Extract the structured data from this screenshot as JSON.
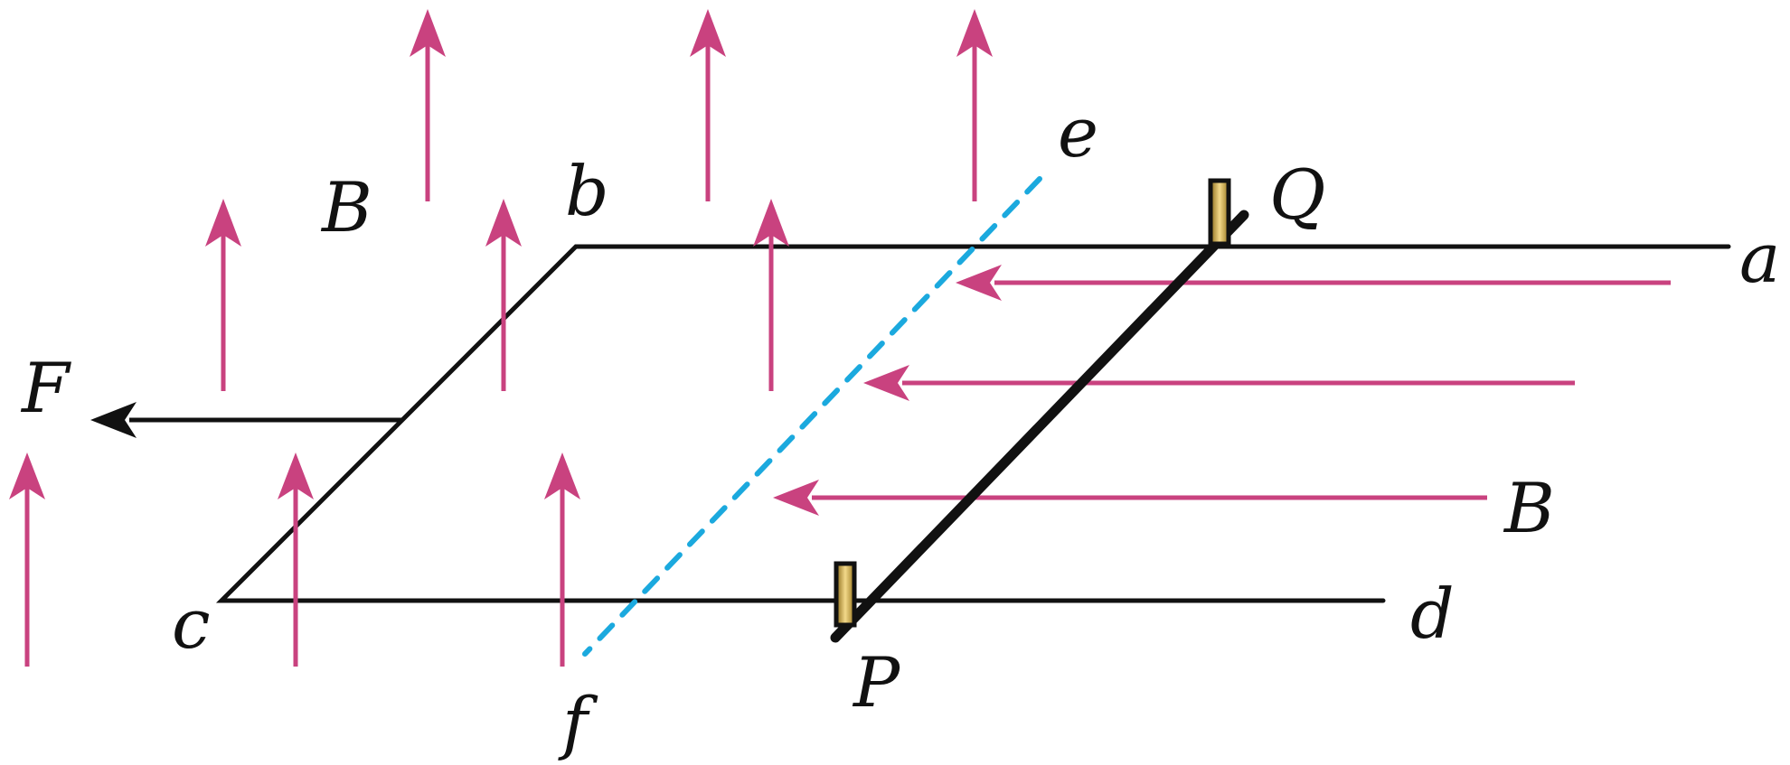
{
  "labels": {
    "a": "a",
    "b": "b",
    "c": "c",
    "d": "d",
    "e": "e",
    "f": "f",
    "P": "P",
    "Q": "Q",
    "F": "F",
    "B_vertical": "B",
    "B_horizontal": "B"
  },
  "colors": {
    "field": "#c9427f",
    "rail": "#111111",
    "dashed": "#1ba9de",
    "clamp": "#d4a93a",
    "force": "#111111"
  },
  "icons": {
    "field_vertical": "arrow-up-icon",
    "field_horizontal": "arrow-left-icon",
    "force": "arrow-left-icon",
    "clamp": "clamp-icon"
  }
}
